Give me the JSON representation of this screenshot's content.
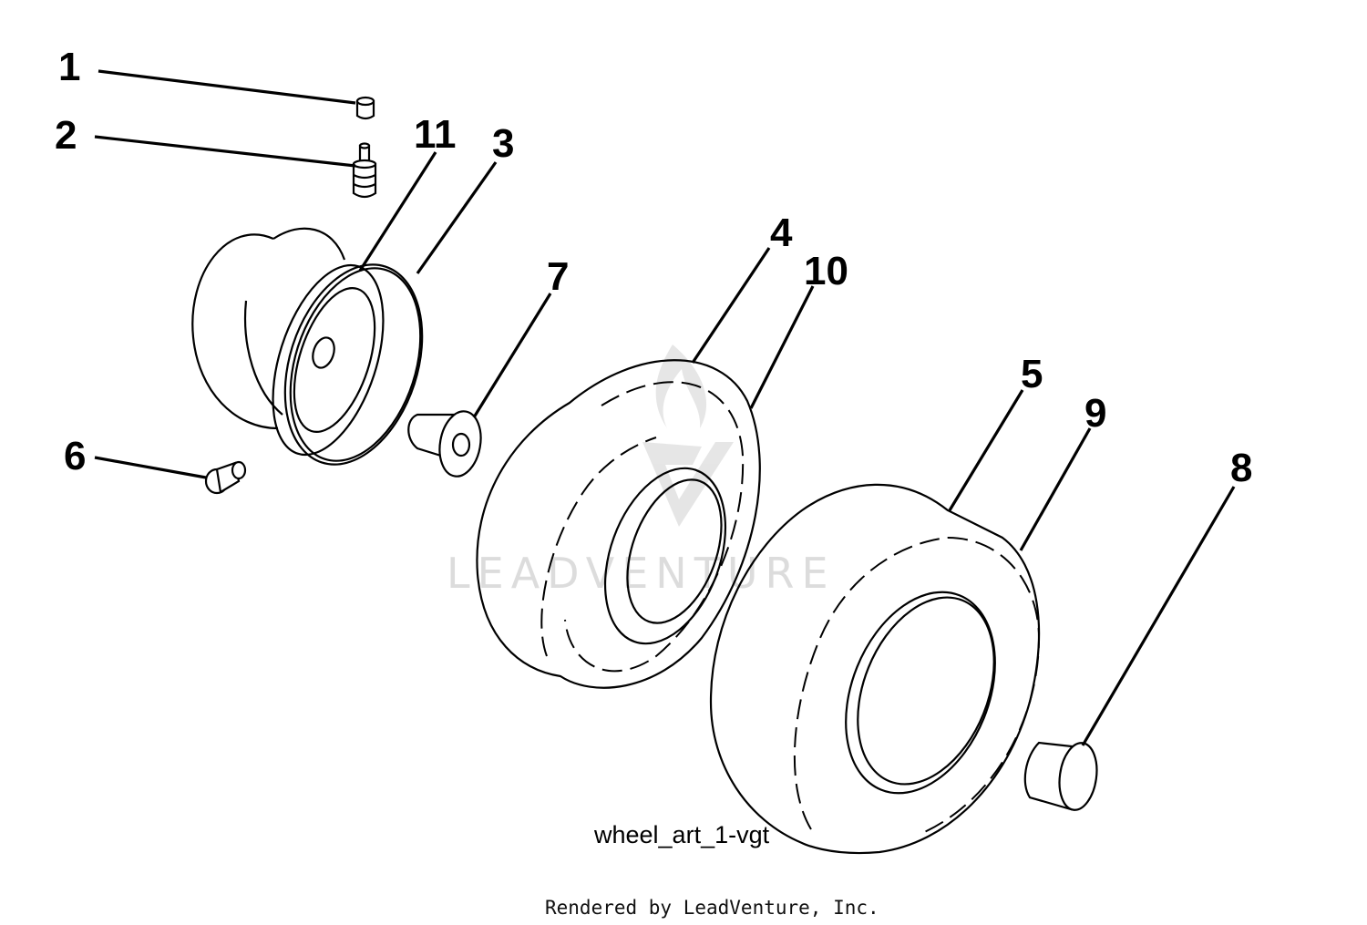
{
  "diagram": {
    "callouts": [
      {
        "label": "1"
      },
      {
        "label": "2"
      },
      {
        "label": "11"
      },
      {
        "label": "3"
      },
      {
        "label": "7"
      },
      {
        "label": "4"
      },
      {
        "label": "10"
      },
      {
        "label": "5"
      },
      {
        "label": "9"
      },
      {
        "label": "8"
      },
      {
        "label": "6"
      }
    ],
    "art_id": "wheel_art_1-vgt",
    "credit": "Rendered by LeadVenture, Inc.",
    "watermark": "LEADVENTURE"
  }
}
